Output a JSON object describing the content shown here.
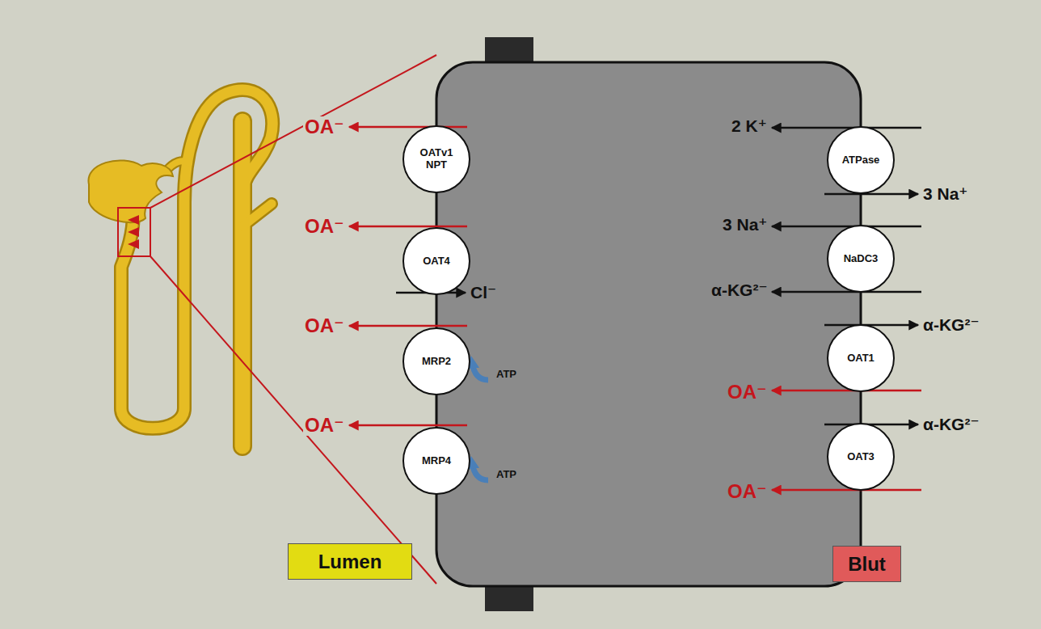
{
  "diagram": {
    "nodes": [
      {
        "text": [
          "OATv1 NPT"
        ]
      },
      {
        "text": [
          "OAT4"
        ]
      },
      {
        "text": [
          "MRP2"
        ]
      },
      {
        "text": [
          "MRP4"
        ]
      },
      {
        "text": [
          "ATPase"
        ]
      },
      {
        "text": [
          "NaDC3"
        ]
      },
      {
        "text": [
          "OAT1"
        ]
      },
      {
        "text": [
          "OAT3"
        ]
      },
      {
        "text": [
          "Lumen"
        ]
      },
      {
        "text": [
          "Blut"
        ]
      }
    ],
    "labels": [
      "OA⁻",
      "OA⁻",
      "Cl⁻",
      "OA⁻",
      "ATP",
      "OA⁻",
      "ATP",
      "2 K⁺",
      "3 Na⁺",
      "3 Na⁺",
      "α-KG²⁻",
      "α-KG²⁻",
      "OA⁻",
      "α-KG²⁻",
      "OA⁻"
    ]
  }
}
